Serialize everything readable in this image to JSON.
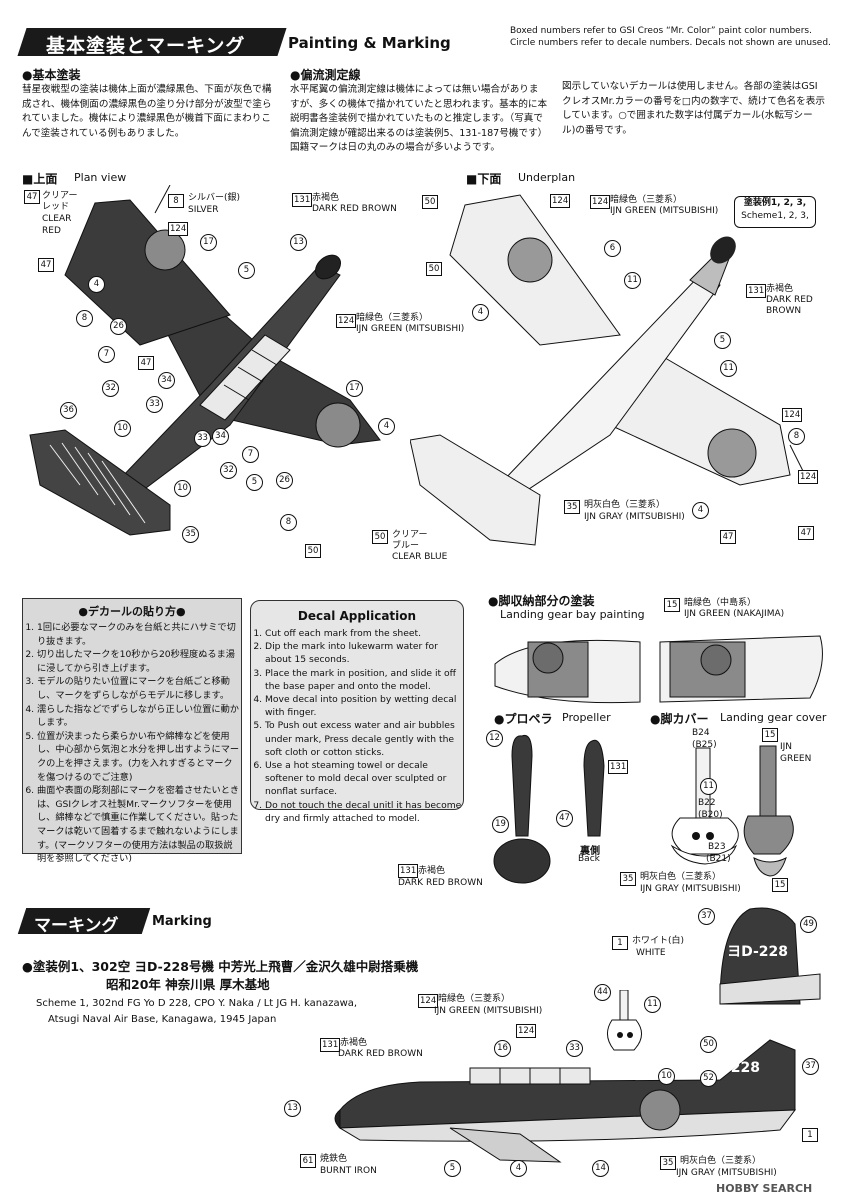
{
  "header": {
    "title_jp": "基本塗装とマーキング",
    "title_en": "Painting & Marking",
    "note_line1": "Boxed numbers refer to GSI Creos “Mr. Color” paint color numbers.",
    "note_line2": "Circle numbers refer to decale numbers. Decals not shown are unused."
  },
  "basic": {
    "title": "●基本塗装",
    "text": "彗星夜戦型の塗装は機体上面が濃緑黒色、下面が灰色で構成され、機体側面の濃緑黒色の塗り分け部分が波型で塗られていました。機体により濃緑黒色が機首下面にまわりこんで塗装されている例もありました。"
  },
  "flow": {
    "title": "●偏流測定線",
    "text": "水平尾翼の偏流測定線は機体によっては無い場合がありますが、多くの機体で描かれていたと思われます。基本的に本説明書各塗装例で描かれていたものと推定します。（写真で偏流測定線が確認出来るのは塗装例5、131-187号機です）国籍マークは日の丸のみの場合が多いようです。"
  },
  "decalnote": {
    "text": "図示していないデカールは使用しません。各部の塗装はGSIクレオスMr.カラーの番号を□内の数字で、続けて色名を表示しています。○で囲まれた数字は付属デカール(水転写シール)の番号です。"
  },
  "plan": {
    "title_jp": "■上面",
    "title_en": "Plan view",
    "c47": "47",
    "clear_red_jp": "クリアー",
    "clear_red_jp2": "レッド",
    "clear_red_en": "CLEAR",
    "clear_red_en2": "RED",
    "c8": "8",
    "silver_jp": "シルバー(銀)",
    "silver_en": "SILVER",
    "c124": "124",
    "c131": "131",
    "dark_red_brown_jp": "赤褐色",
    "dark_red_brown_en": "DARK RED BROWN",
    "ijn_green_jp": "暗緑色（三菱系）",
    "ijn_green_en": "IJN GREEN (MITSUBISHI)",
    "c50": "50",
    "clear_blue_jp": "クリアー",
    "clear_blue_jp2": "ブルー",
    "clear_blue_en": "CLEAR BLUE",
    "d4": "4",
    "d5": "5",
    "d7": "7",
    "d8": "8",
    "d10": "10",
    "d13": "13",
    "d17": "17",
    "d26": "26",
    "d32": "32",
    "d33": "33",
    "d34": "34",
    "d35": "35",
    "d36": "36"
  },
  "under": {
    "title_jp": "■下面",
    "title_en": "Underplan",
    "scheme_box_jp": "塗装例1, 2, 3,",
    "scheme_box_en": "Scheme1, 2, 3,",
    "c50": "50",
    "c124": "124",
    "c131": "131",
    "c35": "35",
    "c47": "47",
    "ijn_green_jp": "暗緑色（三菱系）",
    "ijn_green_en": "IJN GREEN (MITSUBISHI)",
    "dark_red_brown_jp": "赤褐色",
    "dark_red_brown_en": "DARK RED",
    "dark_red_brown_en2": "BROWN",
    "ijn_gray_jp": "明灰白色（三菱系）",
    "ijn_gray_en": "IJN GRAY (MITSUBISHI)",
    "d4": "4",
    "d5": "5",
    "d6": "6",
    "d8": "8",
    "d11": "11"
  },
  "decal_jp": {
    "title": "●デカールの貼り方●",
    "steps": [
      "1回に必要なマークのみを台紙と共にハサミで切り抜きます。",
      "切り出したマークを10秒から20秒程度ぬるま湯に浸してから引き上げます。",
      "モデルの貼りたい位置にマークを台紙ごと移動し、マークをずらしながらモデルに移します。",
      "濡らした指などでずらしながら正しい位置に動かします。",
      "位置が決まったら柔らかい布や綿棒などを使用し、中心部から気泡と水分を押し出すようにマークの上を押さえます。(力を入れすぎるとマークを傷つけるのでご注意)",
      "曲面や表面の彫刻部にマークを密着させたいときは、GSIクレオス社製Mr.マークソフターを使用し、綿棒などで慎重に作業してください。貼ったマークは乾いて固着するまで触れないようにします。(マークソフターの使用方法は製品の取扱説明を参照してください)"
    ]
  },
  "decal_en": {
    "title": "Decal Application",
    "steps": [
      "Cut off each mark from the sheet.",
      "Dip the mark into lukewarm water for about 15 seconds.",
      "Place the mark in position, and slide it off the base paper and onto the model.",
      "Move decal into position by wetting decal with finger.",
      "To Push out excess water and air bubbles under mark, Press decale gently with the soft cloth or cotton sticks.",
      "Use a hot steaming towel or decale softener to mold decal over sculpted or nonflat surface.",
      "Do not touch the decal unitl it has become dry and firmly attached to model."
    ]
  },
  "bay": {
    "title_jp": "●脚収納部分の塗装",
    "title_en": "Landing gear bay painting",
    "c15": "15",
    "green_jp": "暗緑色（中島系）",
    "green_en": "IJN GREEN (NAKAJIMA)"
  },
  "prop": {
    "title_jp": "●プロペラ",
    "title_en": "Propeller",
    "d12": "12",
    "d19": "19",
    "d47": "47",
    "c131": "131",
    "back_jp": "裏側",
    "back_en": "Back",
    "brown_jp": "赤褐色",
    "brown_en": "DARK RED BROWN"
  },
  "cover": {
    "title_jp": "●脚カバー",
    "title_en": "Landing gear cover",
    "b24": "B24",
    "b25": "(B25)",
    "b22": "B22",
    "b20": "(B20)",
    "b23": "B23",
    "b21": "(B21)",
    "d11": "11",
    "c15": "15",
    "ijn_en1": "IJN",
    "ijn_en2": "GREEN",
    "c35": "35",
    "gray_jp": "明灰白色（三菱系）",
    "gray_en": "IJN GRAY (MITSUBISHI)"
  },
  "marking": {
    "title_jp": "マーキング",
    "title_en": "Marking",
    "scheme_jp1": "●塗装例1、302空 ヨD-228号機 中芳光上飛曹／金沢久雄中尉搭乗機",
    "scheme_jp2": "昭和20年 神奈川県 厚木基地",
    "scheme_en1": "Scheme 1, 302nd FG Yo D 228, CPO Y. Naka / Lt JG H. kanazawa,",
    "scheme_en2": "Atsugi Naval Air Base, Kanagawa, 1945 Japan",
    "tail_code": "ヨD-228",
    "c1": "1",
    "white_jp": "ホワイト(白)",
    "white_en": "WHITE",
    "c124": "124",
    "green_jp": "暗緑色（三菱系）",
    "green_en": "IJN GREEN (MITSUBISHI)",
    "c131": "131",
    "brown_jp": "赤褐色",
    "brown_en": "DARK RED BROWN",
    "c61": "61",
    "iron_jp": "焼鉄色",
    "iron_en": "BURNT IRON",
    "c35": "35",
    "gray_jp": "明灰白色（三菱系）",
    "gray_en": "IJN GRAY (MITSUBISHI)",
    "d5": "5",
    "d4": "4",
    "d14": "14",
    "d13": "13",
    "d16": "16",
    "d33": "33",
    "d10": "10",
    "d52": "52",
    "d50": "50",
    "d37": "37",
    "d49": "49",
    "d44": "44",
    "d11": "11"
  },
  "watermark": "HOBBY SEARCH"
}
